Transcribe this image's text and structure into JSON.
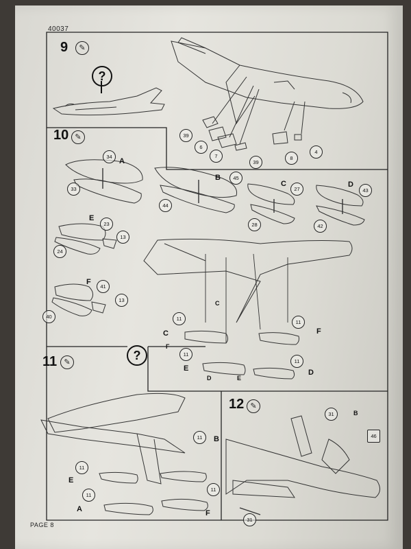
{
  "document": {
    "code": "40037",
    "page_label": "PAGE 8"
  },
  "steps": [
    {
      "number": "9",
      "icon": "glue-tube-icon"
    },
    {
      "number": "10",
      "icon": "glue-tube-icon"
    },
    {
      "number": "11",
      "icon": "glue-tube-icon"
    },
    {
      "number": "12",
      "icon": "glue-tube-icon"
    }
  ],
  "step9": {
    "question": "?",
    "parts": [
      "39",
      "6",
      "7",
      "39",
      "8",
      "4"
    ]
  },
  "step10": {
    "variants": {
      "A": {
        "label": "A",
        "parts": [
          "34",
          "33"
        ]
      },
      "B": {
        "label": "B",
        "parts": [
          "45",
          "44"
        ]
      },
      "C": {
        "label": "C",
        "parts": [
          "27",
          "28"
        ]
      },
      "D": {
        "label": "D",
        "parts": [
          "43",
          "42"
        ]
      },
      "E": {
        "label": "E",
        "parts": [
          "23",
          "13",
          "24"
        ]
      },
      "F": {
        "label": "F",
        "parts": [
          "41",
          "13",
          "40"
        ]
      }
    },
    "pylon_part": "11",
    "callout_letters": [
      "C",
      "F",
      "E",
      "D",
      "C",
      "E",
      "F",
      "D"
    ]
  },
  "step11": {
    "question": "?",
    "pylon_part": "11",
    "letters": [
      "B",
      "E",
      "A",
      "F"
    ]
  },
  "step12": {
    "parts": [
      "31",
      "31",
      "46"
    ],
    "callout_letter": "B"
  }
}
